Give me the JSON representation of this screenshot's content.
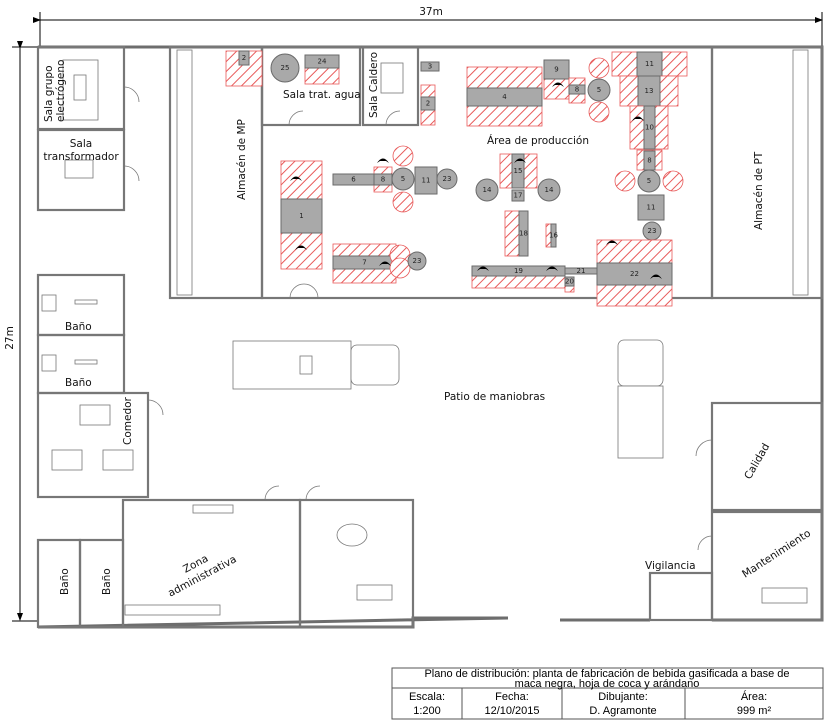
{
  "dimensions": {
    "width": "37m",
    "height": "27m"
  },
  "rooms": {
    "generator": [
      "Sala grupo",
      "electrógeno"
    ],
    "transformer": [
      "Sala",
      "transformador"
    ],
    "raw_storage": "Almacén de MP",
    "water_treatment": "Sala trat. agua",
    "boiler": "Sala Caldero",
    "production": "Área de producción",
    "finished_storage": "Almacén de PT",
    "bathroom": "Baño",
    "dining": "Comedor",
    "yard": "Patio de maniobras",
    "admin": [
      "Zona",
      "administrativa"
    ],
    "quality": "Calidad",
    "maintenance": "Mantenimiento",
    "security": "Vigilancia"
  },
  "equipment": [
    "2",
    "25",
    "24",
    "3",
    "2",
    "4",
    "9",
    "8",
    "5",
    "11",
    "13",
    "10",
    "8",
    "5",
    "11",
    "23",
    "22",
    "21",
    "19",
    "20",
    "15",
    "17",
    "14",
    "14",
    "18",
    "16",
    "1",
    "6",
    "8",
    "5",
    "11",
    "23",
    "7",
    "23"
  ],
  "title_block": {
    "title": "Plano de distribución: planta de fabricación de bebida gasificada a base de",
    "title_line2": "maca negra, hoja de coca y arándano",
    "scale_label": "Escala:",
    "scale": "1:200",
    "date_label": "Fecha:",
    "date": "12/10/2015",
    "drafter_label": "Dibujante:",
    "drafter": "D. Agramonte",
    "area_label": "Área:",
    "area": "999 m²"
  },
  "colors": {
    "hatch": "#e85a5a",
    "equipment": "#a9a9a9",
    "walls": "#6d6d6d"
  }
}
